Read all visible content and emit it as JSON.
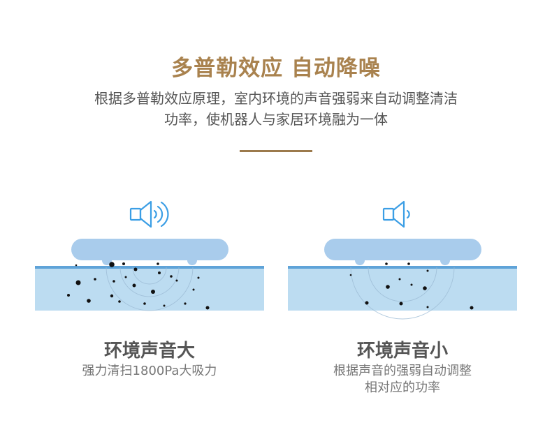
{
  "headline": "多普勒效应 自动降噪",
  "description": {
    "line1": "根据多普勒效应原理，室内环境的声音强弱来自动调整清洁",
    "line2": "功率，使机器人与家居环境融为一体"
  },
  "panels": [
    {
      "title": "环境声音大",
      "subtitle_lines": [
        "强力清扫1800Pa大吸力"
      ]
    },
    {
      "title": "环境声音小",
      "subtitle_lines": [
        "根据声音的强弱自动调整",
        "相对应的功率"
      ]
    }
  ],
  "colors": {
    "headline": "#a9824e",
    "divider": "#9c7a4c",
    "icon": "#3b9ee5",
    "robot": "#a9ccec",
    "floor": "#bcdcf1",
    "floor_edge": "#5fa3d8"
  }
}
